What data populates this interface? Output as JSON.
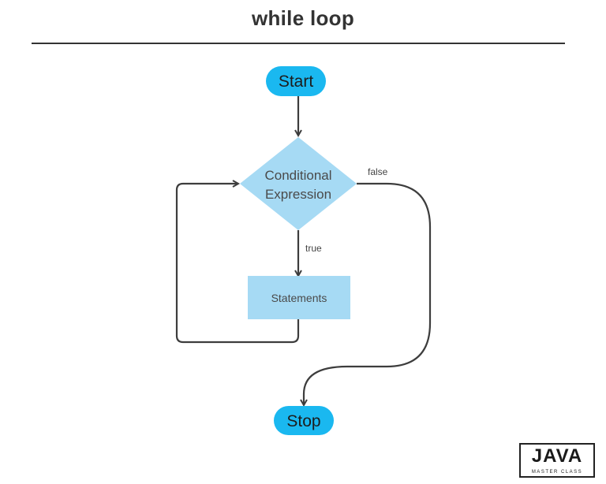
{
  "title": "while loop",
  "nodes": {
    "start": "Start",
    "condition": [
      "Conditional",
      "Expression"
    ],
    "statements": "Statements",
    "stop": "Stop"
  },
  "edge_labels": {
    "true": "true",
    "false": "false"
  },
  "logo": {
    "text": "JAVA",
    "subtext": "MASTER CLASS"
  },
  "colors": {
    "terminal_fill": "#1ab8f0",
    "process_fill": "#a6daf4",
    "connector": "#3d3d3d",
    "title_text": "#333333"
  }
}
